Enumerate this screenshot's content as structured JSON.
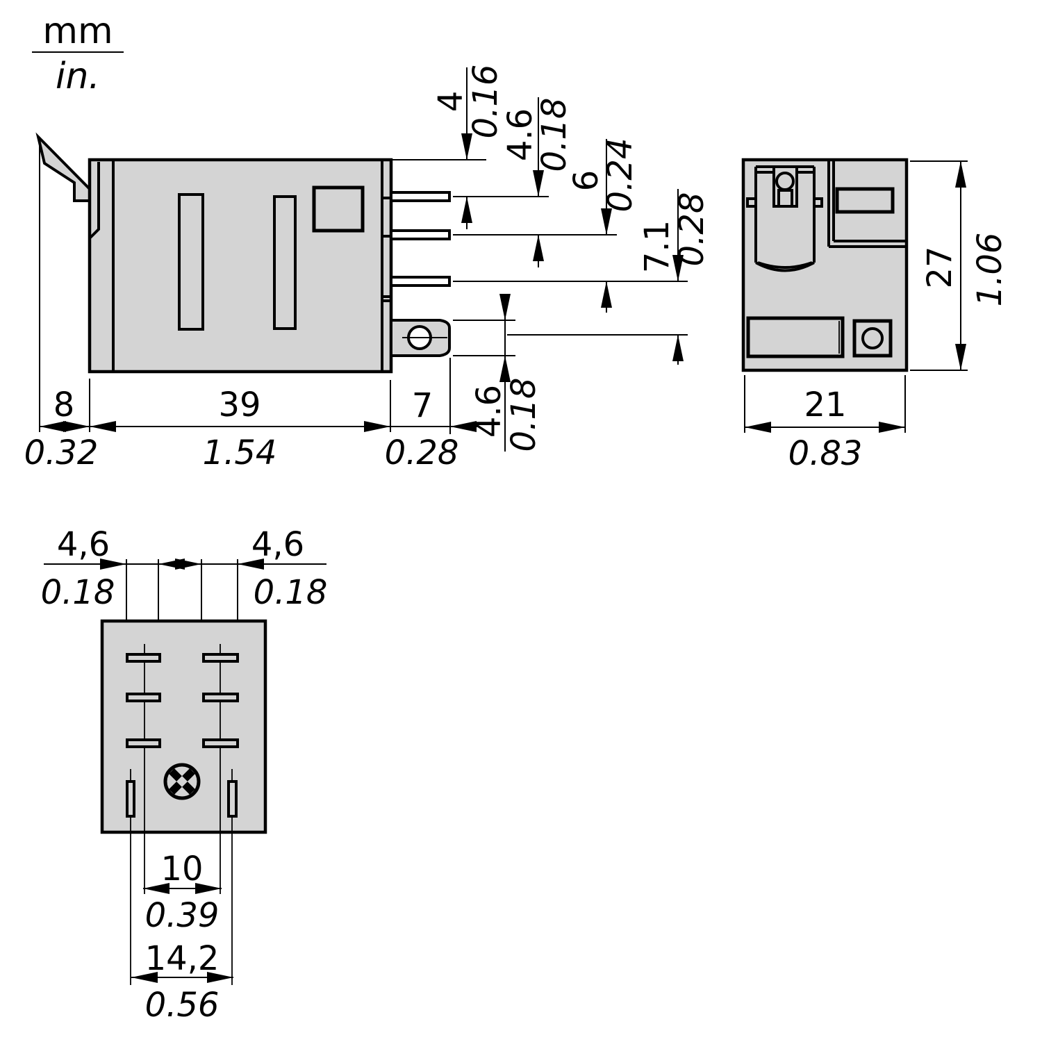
{
  "legend": {
    "mm_label": "mm",
    "in_label": "in."
  },
  "colors": {
    "body_fill": "#d4d4d4",
    "line": "#000000",
    "background": "#ffffff"
  },
  "side_view": {
    "lever_offset": {
      "mm": "8",
      "in": "0.32"
    },
    "body_width": {
      "mm": "39",
      "in": "1.54"
    },
    "tab_length": {
      "mm": "7",
      "in": "0.28"
    },
    "pin_offset_1": {
      "mm": "4",
      "in": "0.16"
    },
    "pin_offset_2": {
      "mm": "4.6",
      "in": "0.18"
    },
    "pin_offset_3": {
      "mm": "6",
      "in": "0.24"
    },
    "pin_offset_4": {
      "mm": "7.1",
      "in": "0.28"
    },
    "tab_height": {
      "mm": "4.6",
      "in": "0.18"
    }
  },
  "front_view": {
    "height": {
      "mm": "27",
      "in": "1.06"
    },
    "width": {
      "mm": "21",
      "in": "0.83"
    }
  },
  "bottom_view": {
    "pin_width_left": {
      "mm": "4,6",
      "in": "0.18"
    },
    "pin_width_right": {
      "mm": "4,6",
      "in": "0.18"
    },
    "column_pitch": {
      "mm": "10",
      "in": "0.39"
    },
    "slot_pitch": {
      "mm": "14,2",
      "in": "0.56"
    }
  }
}
